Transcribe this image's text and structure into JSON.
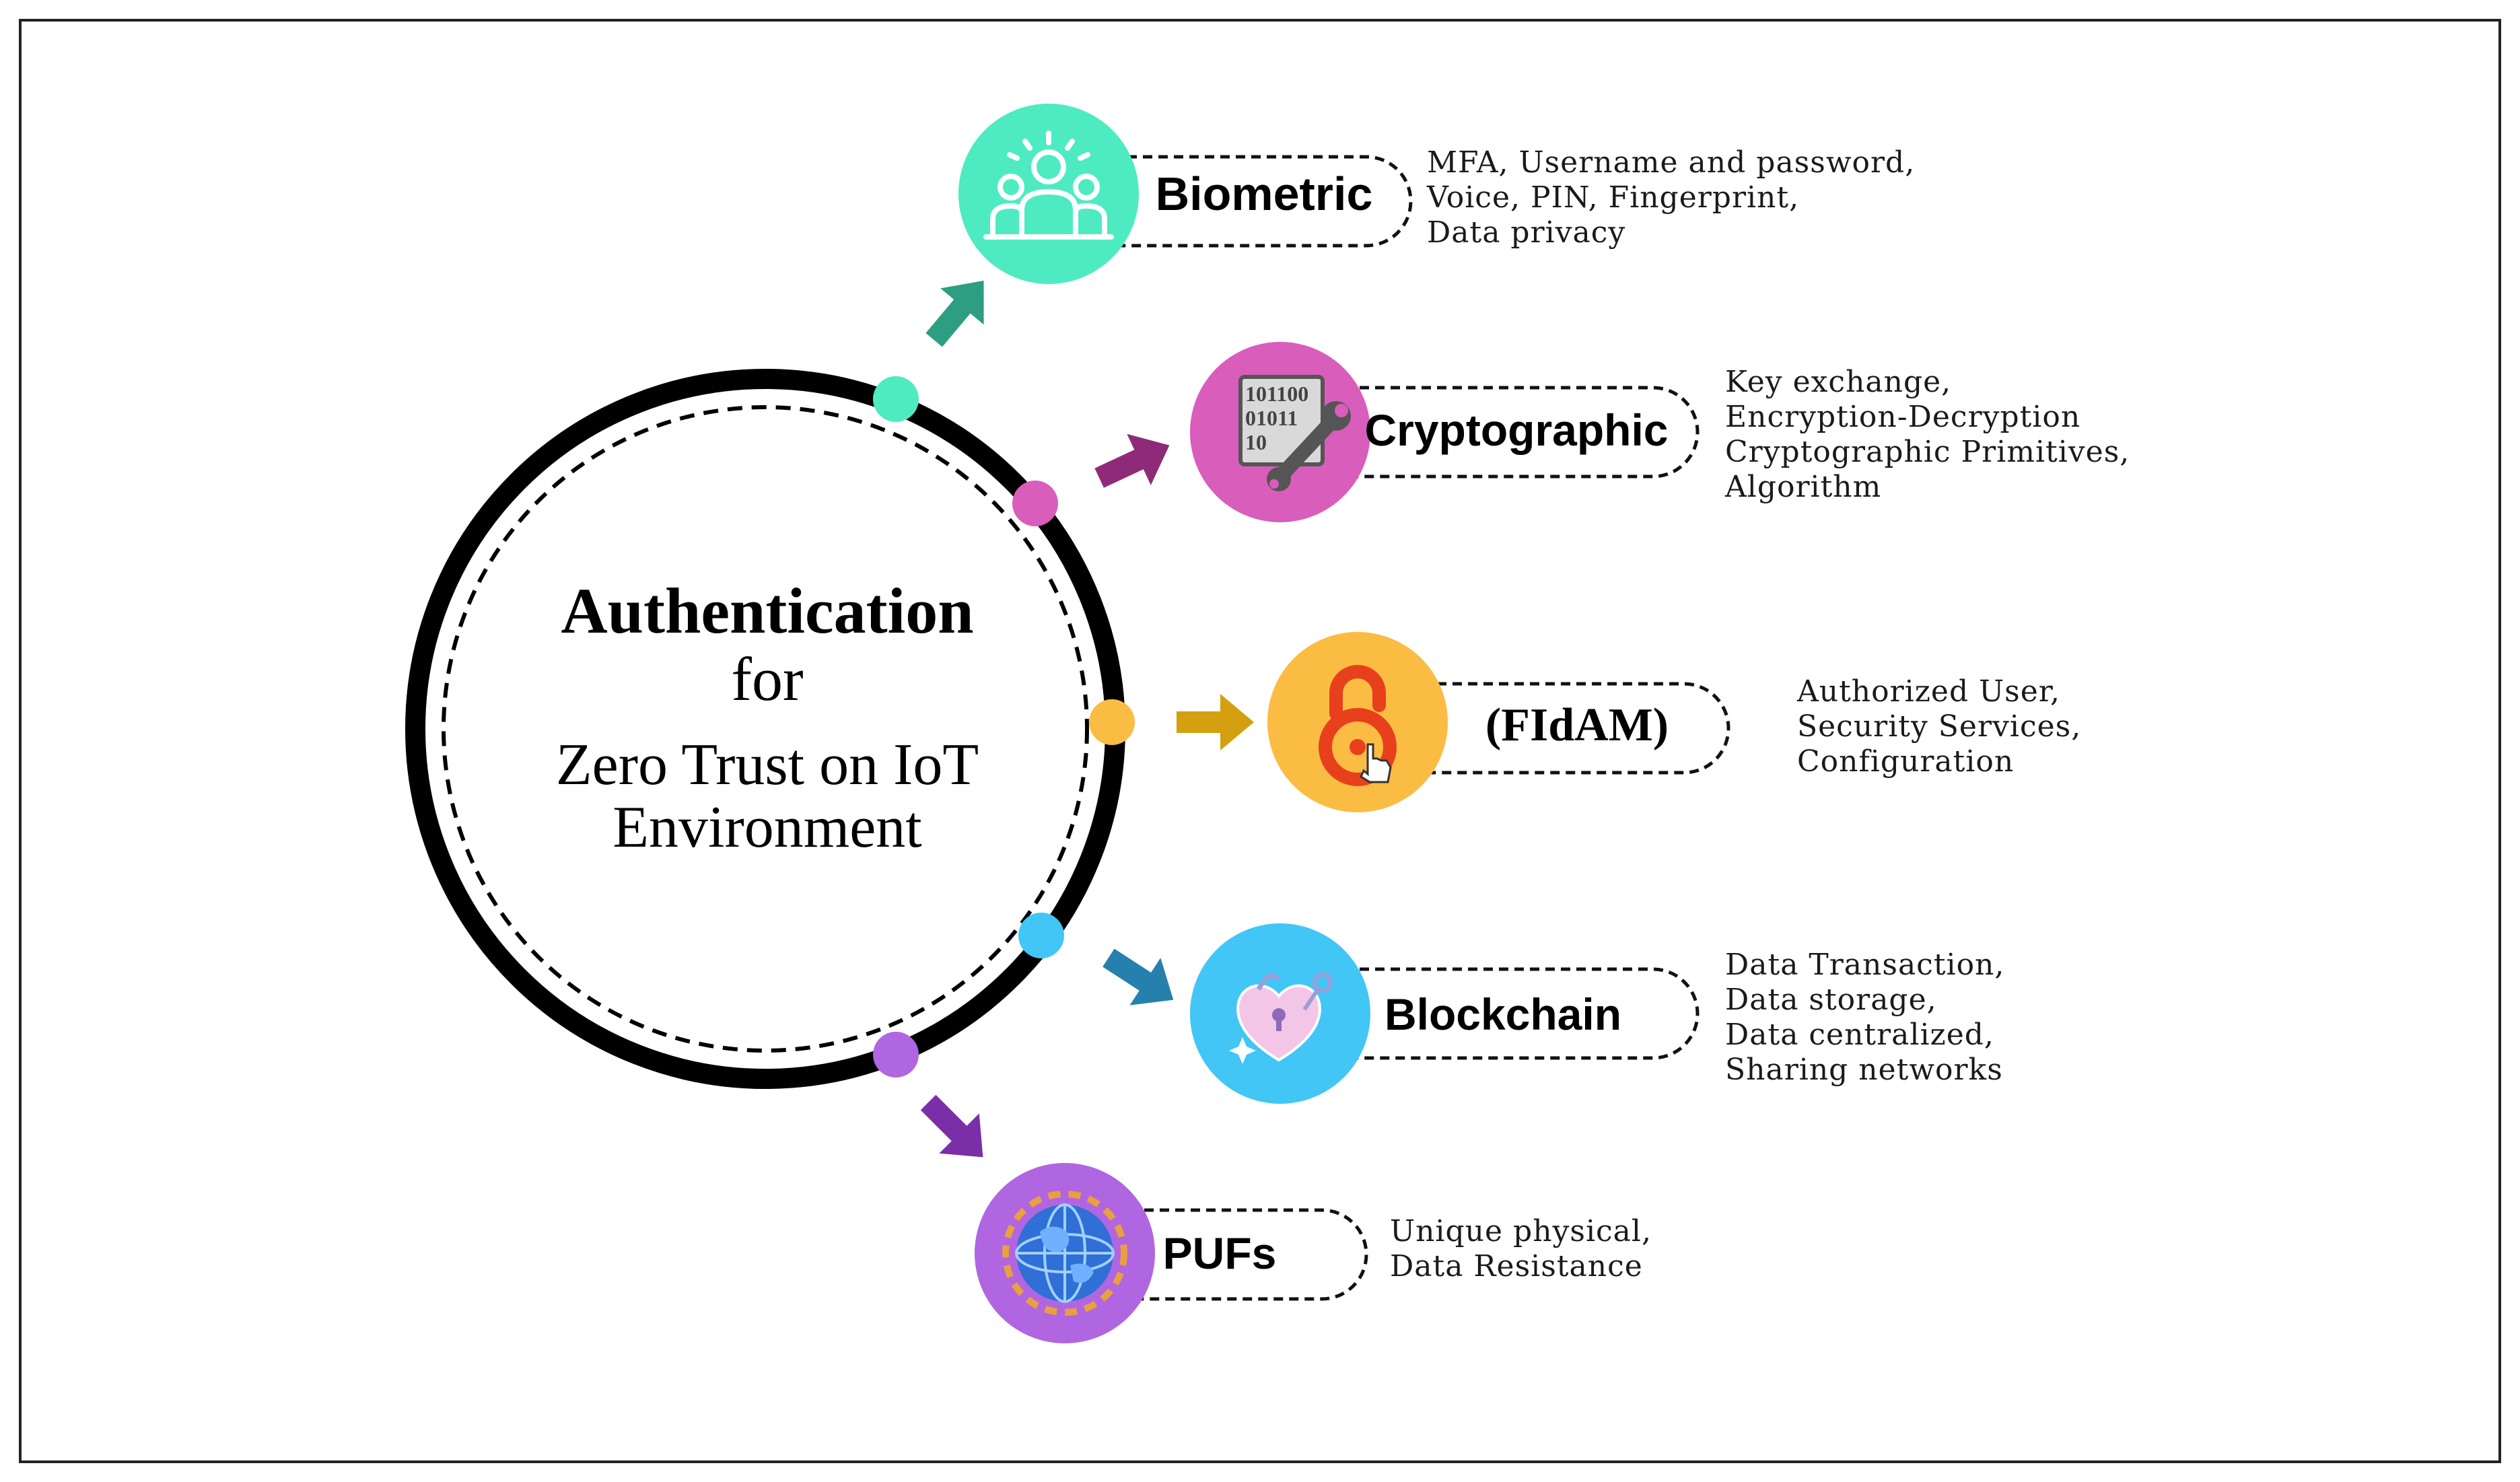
{
  "center": {
    "line1": "Authentication",
    "line2": "for",
    "line3": "Zero Trust on IoT",
    "line4": "Environment"
  },
  "nodes": [
    {
      "id": "biometric",
      "label": "Biometric",
      "color": "#4EEBC3",
      "arrow_color": "#2E9E83",
      "icon": "users-group-icon",
      "description": [
        "MFA, Username and password,",
        "Voice, PIN, Fingerprint,",
        "Data privacy"
      ]
    },
    {
      "id": "cryptographic",
      "label": "Cryptographic",
      "color": "#D95DBB",
      "arrow_color": "#8F2A78",
      "icon": "binary-wrench-icon",
      "icon_text": [
        "101100",
        "01011",
        "10"
      ],
      "description": [
        "Key exchange,",
        "Encryption-Decryption",
        "Cryptographic Primitives,",
        "Algorithm"
      ]
    },
    {
      "id": "fidam",
      "label": "(FIdAM)",
      "color": "#FBBC43",
      "arrow_color": "#D4A010",
      "icon": "open-lock-hand-icon",
      "description": [
        "Authorized User,",
        "Security Services,",
        "Configuration"
      ]
    },
    {
      "id": "blockchain",
      "label": "Blockchain",
      "color": "#42C6F5",
      "arrow_color": "#2580AE",
      "icon": "heart-lock-icon",
      "description": [
        "Data Transaction,",
        "Data storage,",
        "Data centralized,",
        "Sharing networks"
      ]
    },
    {
      "id": "pufs",
      "label": "PUFs",
      "color": "#B066E0",
      "arrow_color": "#7A2FA8",
      "icon": "globe-chip-icon",
      "description": [
        "Unique physical,",
        "Data Resistance"
      ]
    }
  ]
}
